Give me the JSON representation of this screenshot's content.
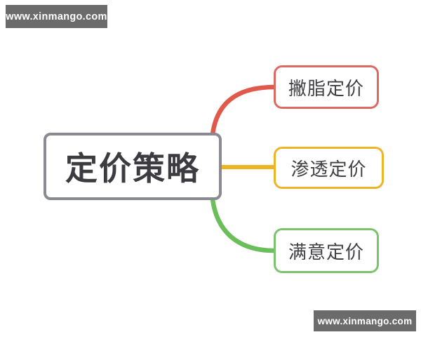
{
  "watermarks": {
    "top_left": "www.xinmango.com",
    "bottom_right": "www.xinmango.com"
  },
  "mindmap": {
    "root": {
      "label": "定价策略",
      "border_color": "#8a8a93"
    },
    "branches": [
      {
        "label": "撇脂定价",
        "line_color": "#e05a4c",
        "border_color": "#dc6a62"
      },
      {
        "label": "渗透定价",
        "line_color": "#eeb41f",
        "border_color": "#eeb428"
      },
      {
        "label": "满意定价",
        "line_color": "#6abf5a",
        "border_color": "#7cc36e"
      }
    ]
  },
  "colors": {
    "watermark_bg": "#6b6b6b",
    "canvas_bg": "#ffffff"
  }
}
